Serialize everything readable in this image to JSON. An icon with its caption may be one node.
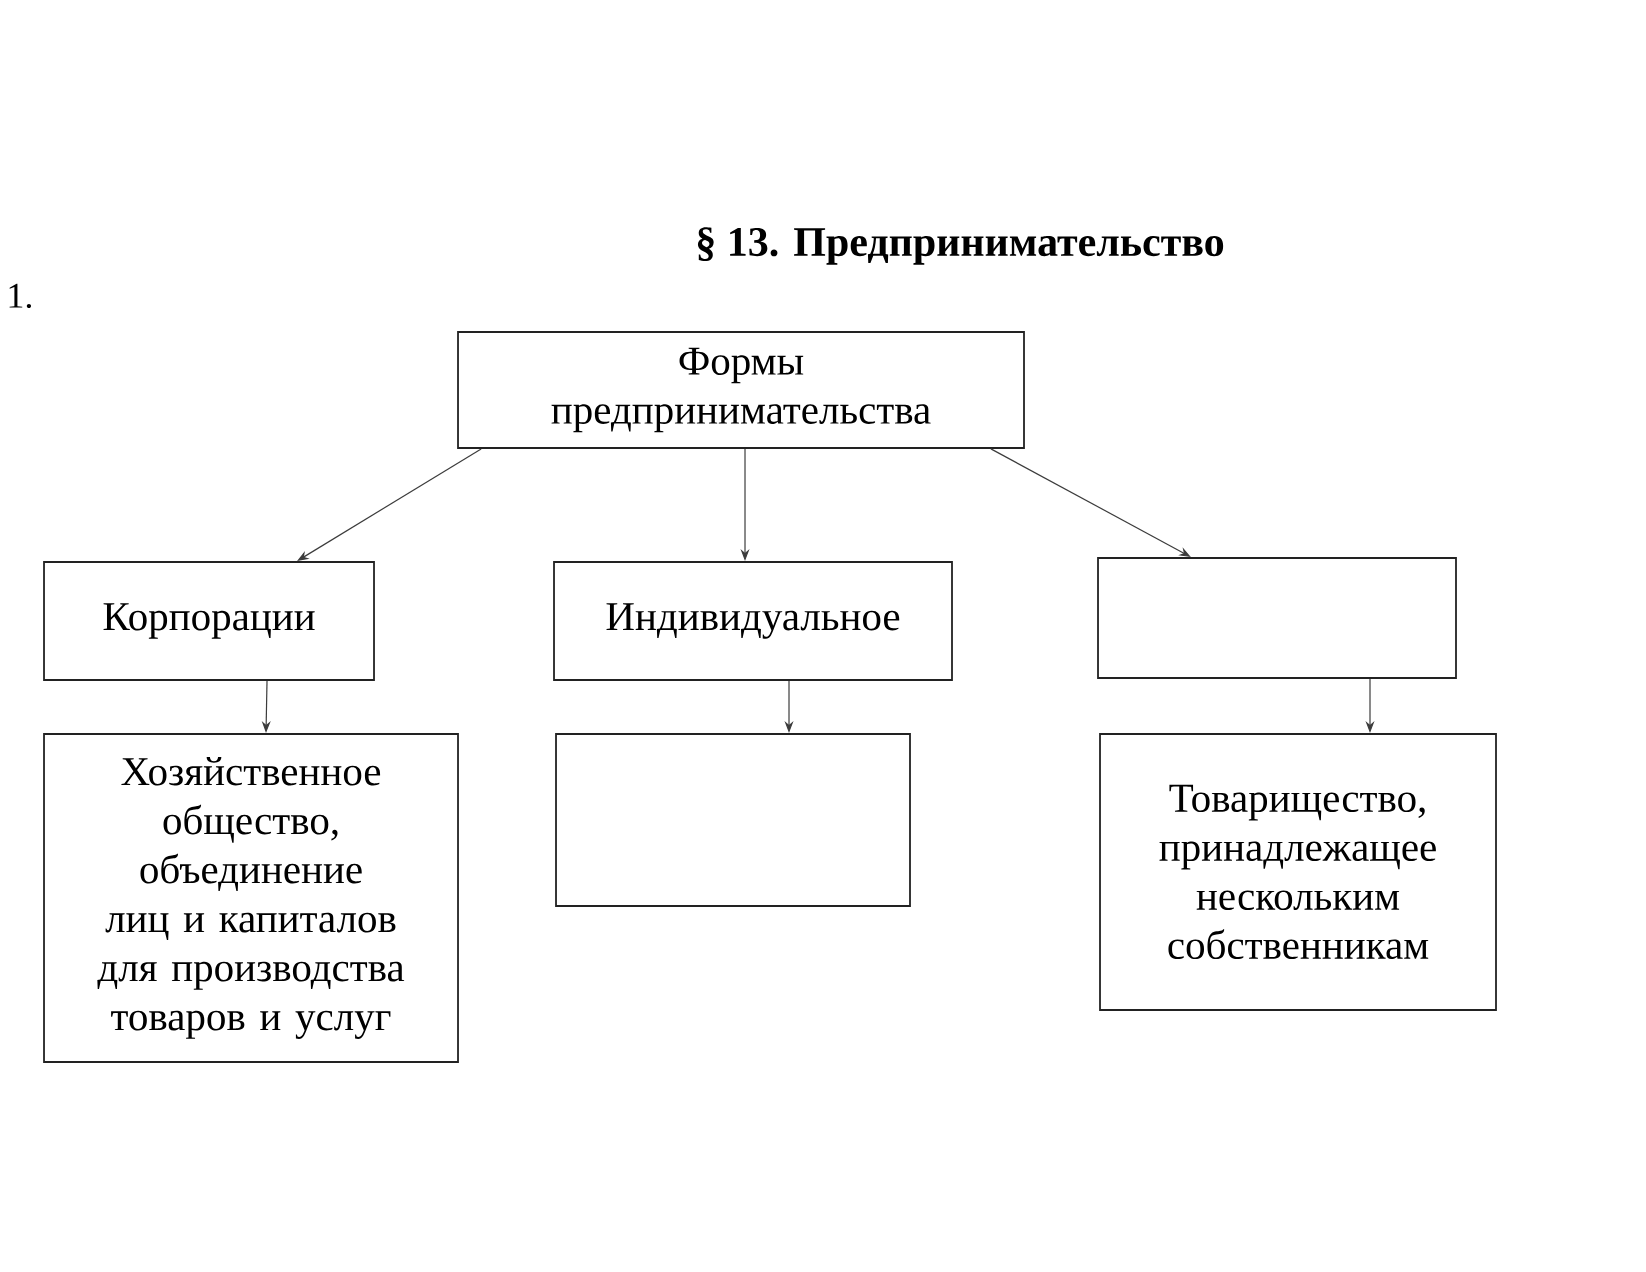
{
  "diagram": {
    "title": "§ 13. Предпринимательство",
    "nodes": [
      {
        "text": [
          "Формы предпринимательства"
        ]
      },
      {
        "text": [
          "Корпорации"
        ]
      },
      {
        "text": [
          "Индивидуальное"
        ]
      },
      {
        "text": [],
        "shape": "box"
      },
      {
        "text": [
          "Хозяйственное общество, объединение лиц и капиталов для производства товаров и услуг"
        ]
      },
      {
        "text": [],
        "shape": "box"
      },
      {
        "text": [
          "Товарищество, принадлежащее нескольким собственникам"
        ]
      }
    ],
    "edges": [
      {
        "from": 0,
        "to": 1,
        "arrow": "to"
      },
      {
        "from": 0,
        "to": 2,
        "arrow": "to"
      },
      {
        "from": 0,
        "to": 3,
        "arrow": "to"
      },
      {
        "from": 1,
        "to": 4,
        "arrow": "to"
      },
      {
        "from": 2,
        "to": 5,
        "arrow": "to"
      },
      {
        "from": 3,
        "to": 6,
        "arrow": "to"
      }
    ],
    "labels": [
      "1."
    ]
  }
}
